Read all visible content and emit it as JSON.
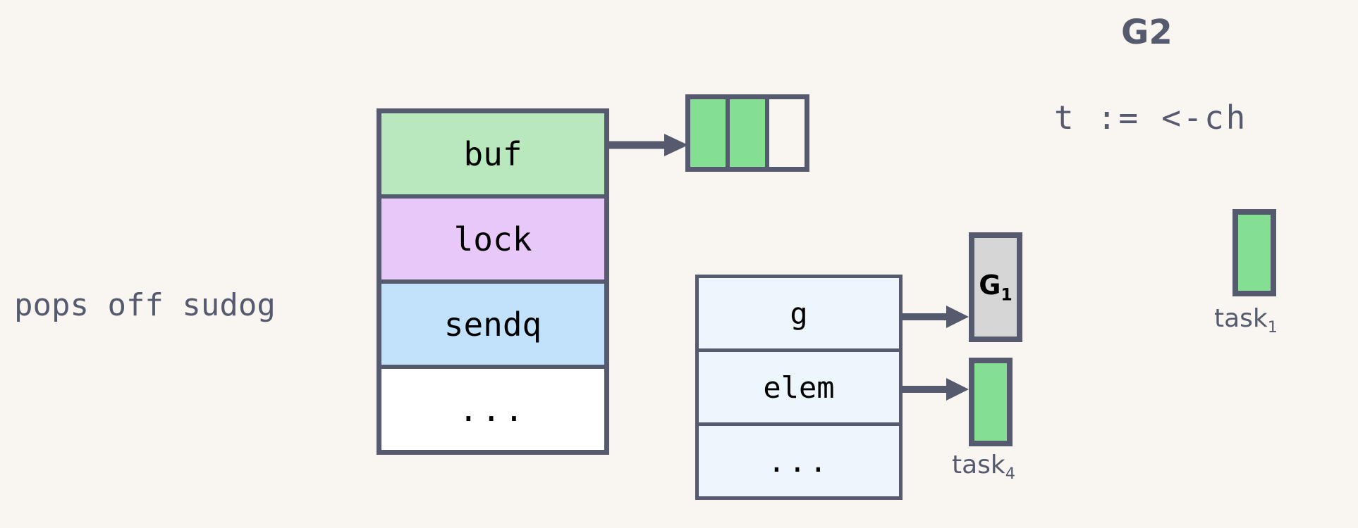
{
  "background_color": "#f9f5f0",
  "palette": {
    "stroke": "#565a6e",
    "buf_green": "#b8e8bc",
    "buffer_green": "#84df92",
    "lock_purple": "#e8c8f8",
    "sendq_blue": "#c2e2fb",
    "sudog_blue": "#eef6fd",
    "goroutine_grey": "#d6d6d6",
    "white": "#ffffff"
  },
  "annotations": {
    "pops_off_sudog": "pops off sudog"
  },
  "hchan": {
    "rows": [
      {
        "label": "buf",
        "fill": "#b8e8bc"
      },
      {
        "label": "lock",
        "fill": "#e8c8f8"
      },
      {
        "label": "sendq",
        "fill": "#c2e2fb"
      },
      {
        "label": "...",
        "fill": "#ffffff"
      }
    ]
  },
  "channel_buffer": {
    "slots": [
      {
        "state": "filled"
      },
      {
        "state": "filled"
      },
      {
        "state": "empty"
      }
    ]
  },
  "sudog": {
    "rows": [
      {
        "label": "g"
      },
      {
        "label": "elem"
      },
      {
        "label": "..."
      }
    ]
  },
  "goroutine_box": {
    "label": "G",
    "subscript": "1"
  },
  "task_waiting": {
    "label": "task",
    "subscript": "4"
  },
  "task_received": {
    "label": "task",
    "subscript": "1"
  },
  "right_panel": {
    "title": "G2",
    "code": "t := <-ch"
  }
}
